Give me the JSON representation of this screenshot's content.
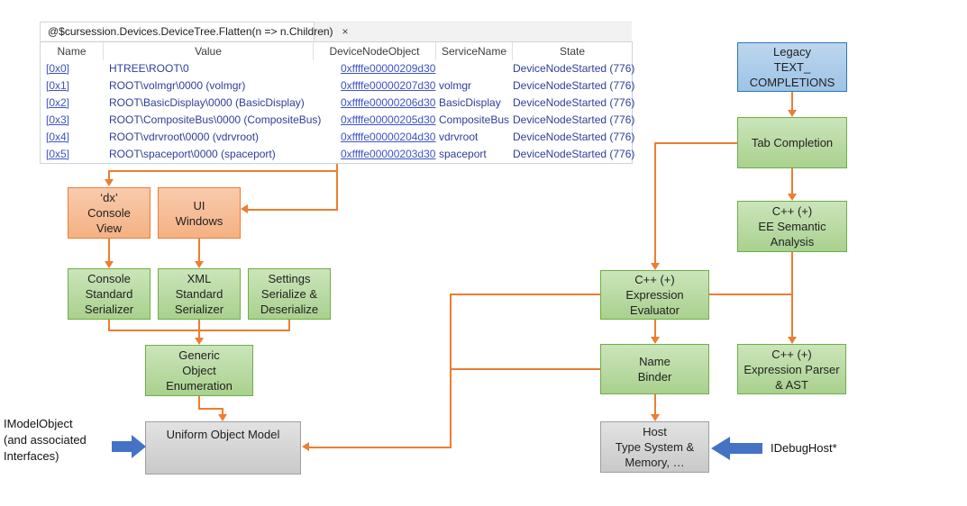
{
  "colors": {
    "orange": "#ED7D31",
    "green": "#70AD47",
    "blue": "#2E75B6",
    "block_arrow": "#4472C4",
    "link": "#3D52C4",
    "value_text": "#2F3D9B"
  },
  "tab": {
    "title": "@$cursession.Devices.DeviceTree.Flatten(n => n.Children)",
    "close": "×"
  },
  "table": {
    "columns": [
      "Name",
      "Value",
      "DeviceNodeObject",
      "ServiceName",
      "State"
    ],
    "rows": [
      {
        "name": "[0x0]",
        "value": "HTREE\\ROOT\\0",
        "object": "0xffffe00000209d30",
        "service": "",
        "state": "DeviceNodeStarted (776)"
      },
      {
        "name": "[0x1]",
        "value": "ROOT\\volmgr\\0000 (volmgr)",
        "object": "0xffffe00000207d30",
        "service": "volmgr",
        "state": "DeviceNodeStarted (776)"
      },
      {
        "name": "[0x2]",
        "value": "ROOT\\BasicDisplay\\0000 (BasicDisplay)",
        "object": "0xffffe00000206d30",
        "service": "BasicDisplay",
        "state": "DeviceNodeStarted (776)"
      },
      {
        "name": "[0x3]",
        "value": "ROOT\\CompositeBus\\0000 (CompositeBus)",
        "object": "0xffffe00000205d30",
        "service": "CompositeBus",
        "state": "DeviceNodeStarted (776)"
      },
      {
        "name": "[0x4]",
        "value": "ROOT\\vdrvroot\\0000 (vdrvroot)",
        "object": "0xffffe00000204d30",
        "service": "vdrvroot",
        "state": "DeviceNodeStarted (776)"
      },
      {
        "name": "[0x5]",
        "value": "ROOT\\spaceport\\0000 (spaceport)",
        "object": "0xffffe00000203d30",
        "service": "spaceport",
        "state": "DeviceNodeStarted (776)"
      }
    ]
  },
  "diagram": {
    "boxes": {
      "legacy": {
        "label": "Legacy\nTEXT_\nCOMPLETIONS"
      },
      "tab_completion": {
        "label": "Tab Completion"
      },
      "ee_semantic": {
        "label": "C++ (+)\nEE Semantic\nAnalysis"
      },
      "dx_console": {
        "label": "‘dx’\nConsole\nView"
      },
      "ui_windows": {
        "label": "UI\nWindows"
      },
      "console_serializer": {
        "label": "Console\nStandard\nSerializer"
      },
      "xml_serializer": {
        "label": "XML\nStandard\nSerializer"
      },
      "settings_serializer": {
        "label": "Settings\nSerialize &\nDeserialize"
      },
      "generic_enum": {
        "label": "Generic\nObject\nEnumeration"
      },
      "uniform_model": {
        "label": "Uniform Object Model"
      },
      "expr_evaluator": {
        "label": "C++ (+)\nExpression\nEvaluator"
      },
      "name_binder": {
        "label": "Name\nBinder"
      },
      "expr_parser": {
        "label": "C++ (+)\nExpression Parser\n& AST"
      },
      "host": {
        "label": "Host\nType System &\nMemory, …"
      }
    },
    "labels": {
      "imodel": "IModelObject\n(and associated\nInterfaces)",
      "idebughost": "IDebugHost*"
    }
  }
}
